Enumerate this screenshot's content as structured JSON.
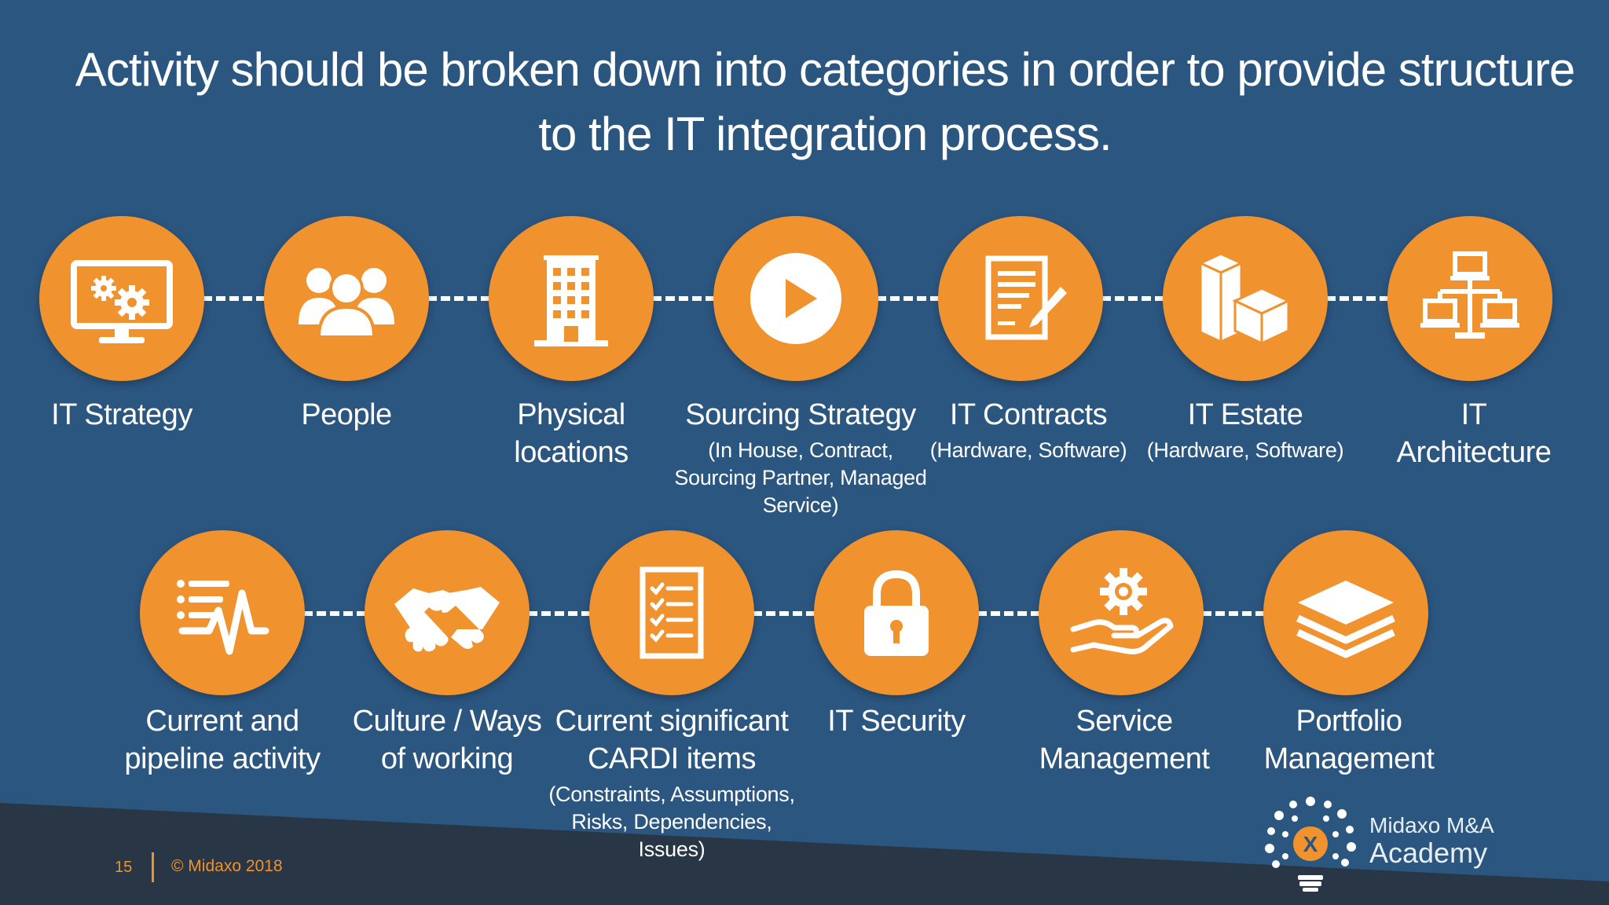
{
  "title": {
    "line1": "Activity should be broken down into categories in order to provide structure",
    "line2": "to the IT integration process."
  },
  "row1": [
    {
      "icon": "monitor-gears-icon",
      "label": "IT Strategy",
      "sub": ""
    },
    {
      "icon": "people-group-icon",
      "label": "People",
      "sub": ""
    },
    {
      "icon": "office-building-icon",
      "label": "Physical\nlocations",
      "sub": ""
    },
    {
      "icon": "play-icon",
      "label": "Sourcing Strategy",
      "sub": "(In House, Contract,\nSourcing Partner, Managed\nService)"
    },
    {
      "icon": "contract-pen-icon",
      "label": "IT Contracts",
      "sub": "(Hardware, Software)"
    },
    {
      "icon": "boxes-icon",
      "label": "IT Estate",
      "sub": "(Hardware, Software)"
    },
    {
      "icon": "network-computers-icon",
      "label": "IT\nArchitecture",
      "sub": ""
    }
  ],
  "row2": [
    {
      "icon": "activity-pulse-icon",
      "label": "Current and\npipeline activity",
      "sub": ""
    },
    {
      "icon": "handshake-icon",
      "label": "Culture / Ways\nof working",
      "sub": ""
    },
    {
      "icon": "checklist-icon",
      "label": "Current significant\nCARDI items",
      "sub": "(Constraints, Assumptions,\nRisks, Dependencies, Issues)"
    },
    {
      "icon": "padlock-icon",
      "label": "IT Security",
      "sub": ""
    },
    {
      "icon": "gear-hand-icon",
      "label": "Service\nManagement",
      "sub": ""
    },
    {
      "icon": "layers-icon",
      "label": "Portfolio\nManagement",
      "sub": ""
    }
  ],
  "footer": {
    "page_number": "15",
    "copyright": "© Midaxo 2018"
  },
  "logo": {
    "line1": "Midaxo M&A",
    "line2": "Academy",
    "mark_letter": "X"
  },
  "colors": {
    "background": "#2b5680",
    "footer_band": "#283645",
    "node": "#f0922e",
    "text": "#ffffff"
  }
}
